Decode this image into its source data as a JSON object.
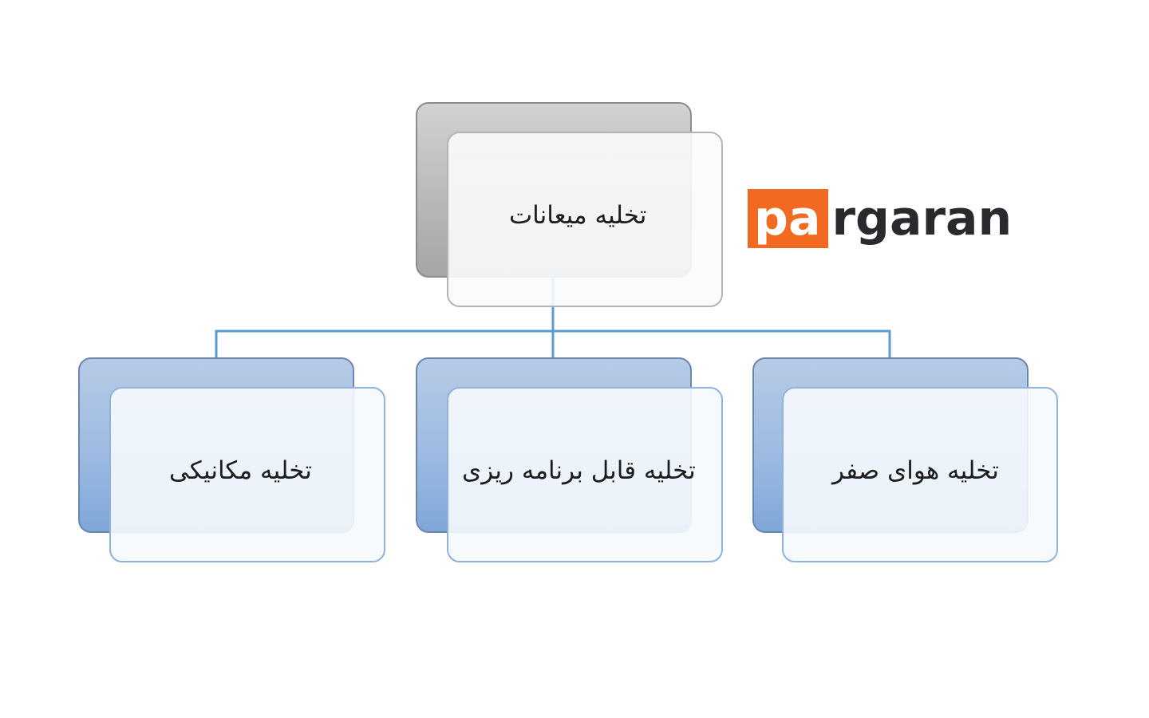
{
  "diagram": {
    "root": {
      "label": "تخلیه میعانات"
    },
    "children": [
      {
        "label": "تخلیه مکانیکی"
      },
      {
        "label": "تخلیه قابل برنامه ریزی"
      },
      {
        "label": "تخلیه هوای صفر"
      }
    ]
  },
  "logo": {
    "highlight": "pa",
    "rest": "rgaran"
  },
  "colors": {
    "root_back": "#b9b9b9",
    "child_back": "#9dbbe2",
    "connector": "#5b9bd5",
    "logo_accent": "#f26a21",
    "logo_text": "#2a2a2e"
  }
}
